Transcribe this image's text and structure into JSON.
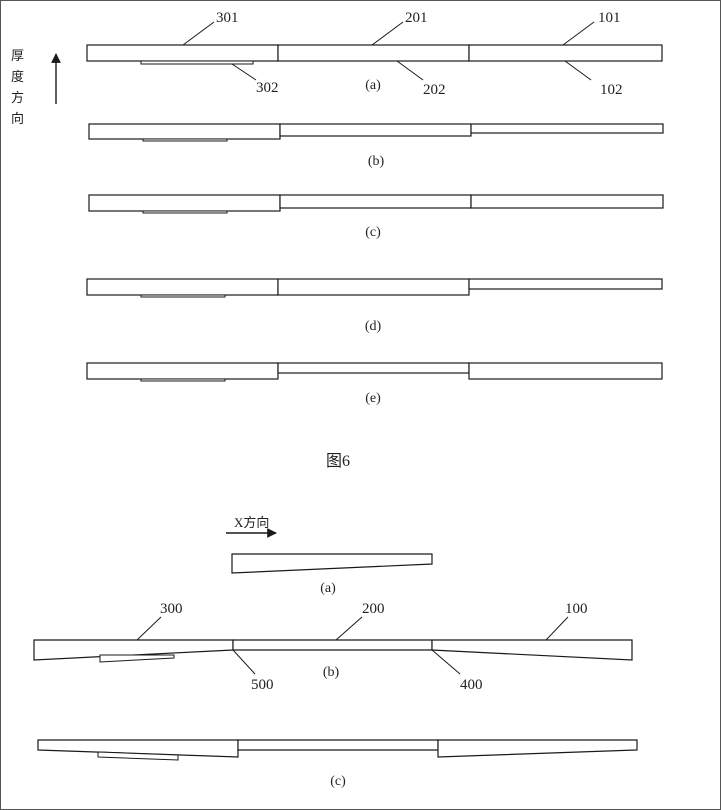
{
  "fig6": {
    "caption": "图6",
    "direction_label": [
      "厚",
      "度",
      "方",
      "向"
    ],
    "labels": {
      "l301": "301",
      "l201": "201",
      "l101": "101",
      "l302": "302",
      "l202": "202",
      "l102": "102"
    },
    "subfigures": [
      "(a)",
      "(b)",
      "(c)",
      "(d)",
      "(e)"
    ]
  },
  "fig7": {
    "direction_label": "X方向",
    "labels": {
      "l300": "300",
      "l200": "200",
      "l100": "100",
      "l500": "500",
      "l400": "400"
    },
    "subfigures": [
      "(a)",
      "(b)",
      "(c)"
    ]
  }
}
